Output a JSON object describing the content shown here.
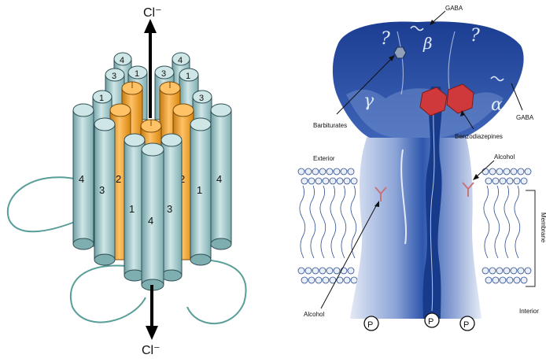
{
  "left_panel": {
    "top_ion": "Cl⁻",
    "bottom_ion": "Cl⁻",
    "helix_numbers": {
      "back_row_top": [
        "4",
        "4"
      ],
      "back_row": [
        "3",
        "1",
        "3",
        "1"
      ],
      "mid_left": "1",
      "mid_right": "3",
      "front_left_outer": "4",
      "front_left_inner": "3",
      "front_left_orange": "2",
      "front_center_left": "1",
      "front_center": "4",
      "front_center_right": "3",
      "front_right_orange": "2",
      "front_right_inner": "1",
      "front_right_outer": "4"
    },
    "colors": {
      "helix_blue": "#a9cfd1",
      "helix_orange": "#f0a22d",
      "outline": "#2f4f55",
      "loop": "#5a9e99"
    }
  },
  "right_panel": {
    "labels": {
      "gaba_top": "GABA",
      "gaba_right": "GABA",
      "barbiturates": "Barbiturates",
      "benzodiazepines": "Benzodiazepines",
      "exterior": "Exterior",
      "alcohol_right": "Alcohol",
      "alcohol_left": "Alcohol",
      "membrane": "Membrane",
      "interior": "Interior",
      "phosphate": "P"
    },
    "subunits": {
      "top_left": "?",
      "top_center": "β",
      "top_right": "?",
      "left": "γ",
      "right": "α"
    },
    "colors": {
      "receptor_dark": "#1a3f8f",
      "receptor_light": "#c9d6ee",
      "benzo_red": "#d0393b",
      "alcohol_site": "#c8727a"
    }
  }
}
